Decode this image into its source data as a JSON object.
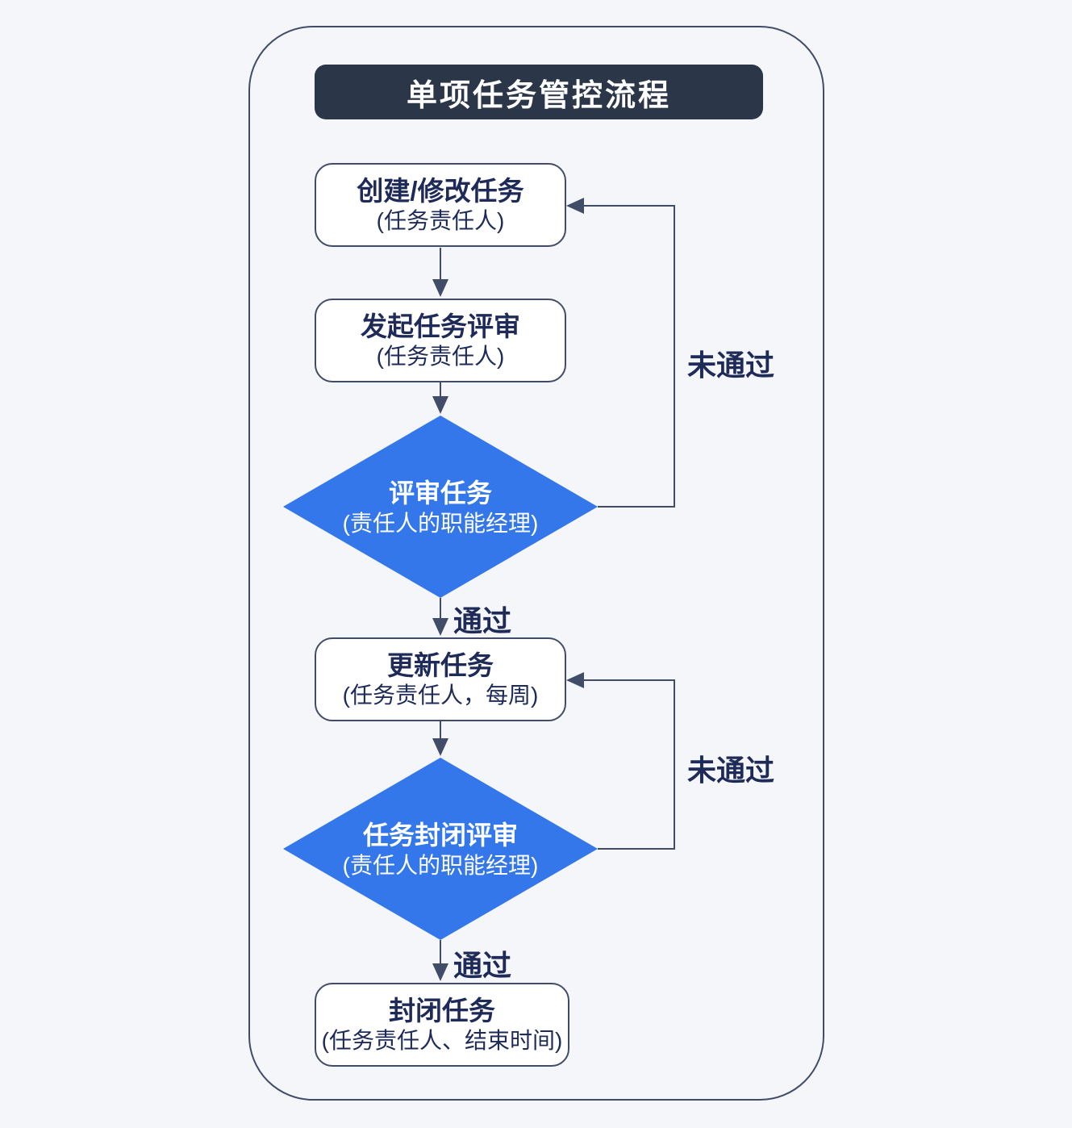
{
  "title": "单项任务管控流程",
  "colors": {
    "background": "#F5F6F9",
    "container_border": "#414C69",
    "title_bar_bg": "#2B3649",
    "title_bar_text": "#FFFFFF",
    "process_bg": "#FFFFFF",
    "process_border": "#414C69",
    "process_text": "#1E2A58",
    "decision_fill": "#3377EB",
    "decision_text": "#FFFFFF",
    "connector": "#414C69"
  },
  "nodes": [
    {
      "id": "create-task",
      "type": "process",
      "title": "创建/修改任务",
      "subtitle": "(任务责任人)"
    },
    {
      "id": "initiate-review",
      "type": "process",
      "title": "发起任务评审",
      "subtitle": "(任务责任人)"
    },
    {
      "id": "review-task",
      "type": "decision",
      "title": "评审任务",
      "subtitle": "(责任人的职能经理)"
    },
    {
      "id": "update-task",
      "type": "process",
      "title": "更新任务",
      "subtitle": "(任务责任人，每周)"
    },
    {
      "id": "close-review",
      "type": "decision",
      "title": "任务封闭评审",
      "subtitle": "(责任人的职能经理)"
    },
    {
      "id": "close-task",
      "type": "process",
      "title": "封闭任务",
      "subtitle": "(任务责任人、结束时间)"
    }
  ],
  "edges": {
    "pass_label_1": "通过",
    "pass_label_2": "通过",
    "fail_label_1": "未通过",
    "fail_label_2": "未通过"
  }
}
